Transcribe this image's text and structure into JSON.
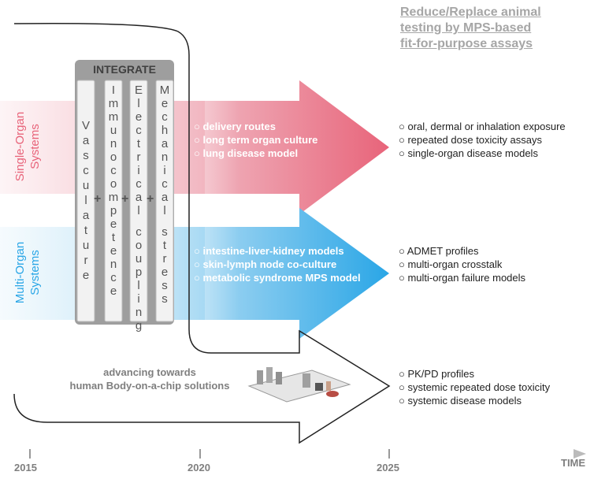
{
  "headline": [
    "Reduce/Replace animal",
    "testing by MPS-based",
    "fit-for-purpose assays"
  ],
  "single_organ": {
    "label": [
      "Single-Organ",
      "Systems"
    ]
  },
  "multi_organ": {
    "label": [
      "Multi-Organ",
      "Systems"
    ]
  },
  "integrate": {
    "title": "INTEGRATE",
    "columns": [
      {
        "word": "Vasculature"
      },
      {
        "word": "Immunocompetence"
      },
      {
        "word": "Electrical coupling"
      },
      {
        "word": "Mechanical stress"
      }
    ],
    "plus": "+"
  },
  "single_arrow_items": [
    "○ delivery routes",
    "○ long term organ culture",
    "○ lung disease model"
  ],
  "multi_arrow_items": [
    "○ intestine-liver-kidney models",
    "○ skin-lymph node co-culture",
    "○ metabolic syndrome MPS model"
  ],
  "single_outcomes": [
    "○ oral, dermal or inhalation exposure",
    "○ repeated dose toxicity assays",
    "○ single-organ disease models"
  ],
  "multi_outcomes": [
    "○ ADMET profiles",
    "○ multi-organ crosstalk",
    "○ multi-organ failure models"
  ],
  "body_outcomes": [
    "○ PK/PD profiles",
    "○ systemic repeated dose toxicity",
    "○ systemic disease models"
  ],
  "advancing": [
    "advancing towards",
    "human Body-on-a-chip solutions"
  ],
  "timeline": {
    "years": [
      "2015",
      "2020",
      "2025"
    ],
    "axis_label": "TIME"
  },
  "colors": {
    "pink": "#e8647a",
    "blue": "#2aa6e6",
    "gray": "#999999",
    "headline": "#a6a6a6"
  }
}
